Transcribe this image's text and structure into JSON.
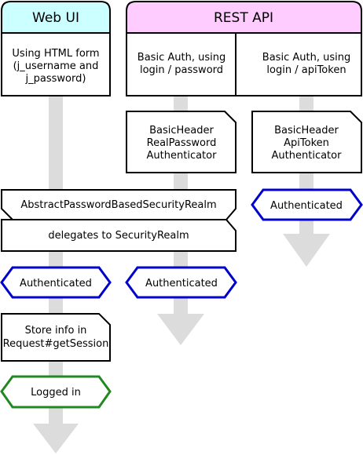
{
  "header": {
    "web_ui": "Web UI",
    "rest_api": "REST API"
  },
  "web_ui": {
    "form_line1": "Using HTML form",
    "form_line2": "(j_username and",
    "form_line3": "j_password)",
    "authenticated": "Authenticated",
    "store_line1": "Store info in",
    "store_line2": "Request#getSession",
    "logged_in": "Logged in"
  },
  "rest_password": {
    "auth_line1": "Basic Auth, using",
    "auth_line2": "login / password",
    "handler_line1": "BasicHeader",
    "handler_line2": "RealPassword",
    "handler_line3": "Authenticator",
    "authenticated": "Authenticated"
  },
  "rest_token": {
    "auth_line1": "Basic Auth, using",
    "auth_line2": "login / apiToken",
    "handler_line1": "BasicHeader",
    "handler_line2": "ApiToken",
    "handler_line3": "Authenticator",
    "authenticated": "Authenticated"
  },
  "shared": {
    "realm": "AbstractPasswordBasedSecurityRealm",
    "delegates": "delegates to SecurityRealm"
  },
  "colors": {
    "web_ui_header": "#ccffff",
    "rest_api_header": "#ffccff",
    "authenticated_stroke": "#0000cc",
    "logged_in_stroke": "#228822",
    "flow_arrow": "#dcdcdc"
  }
}
